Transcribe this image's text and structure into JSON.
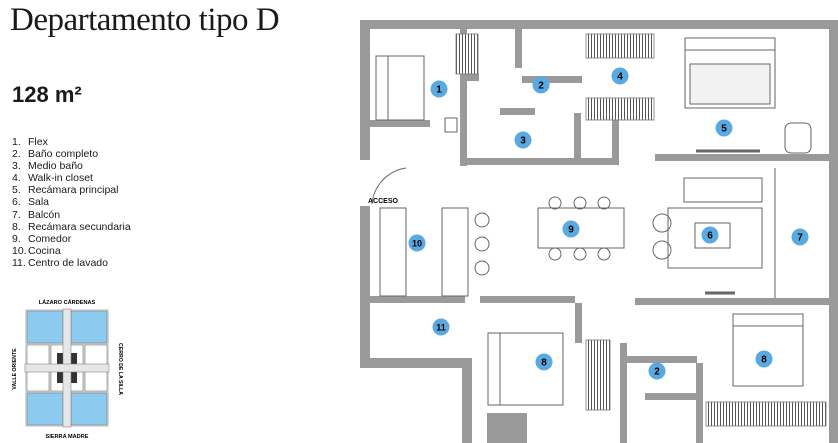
{
  "title": "Departamento tipo D",
  "area": "128 m²",
  "legend": [
    {
      "num": "1.",
      "label": "Flex"
    },
    {
      "num": "2.",
      "label": "Baño completo"
    },
    {
      "num": "3.",
      "label": "Medio baño"
    },
    {
      "num": "4.",
      "label": "Walk-in closet"
    },
    {
      "num": "5.",
      "label": "Recámara principal"
    },
    {
      "num": "6.",
      "label": "Sala"
    },
    {
      "num": "7.",
      "label": "Balcón"
    },
    {
      "num": "8.",
      "label": "Recámara secundaria"
    },
    {
      "num": "9.",
      "label": "Comedor"
    },
    {
      "num": "10.",
      "label": "Cocina"
    },
    {
      "num": "11.",
      "label": "Centro de lavado"
    }
  ],
  "keymap": {
    "north": "LÁZARO CÁRDENAS",
    "south": "SIERRA MADRE",
    "west": "VALLE ORIENTE",
    "east": "CERRO DE LA SILLA"
  },
  "plan": {
    "entrance": "ACCESO",
    "markers": [
      "1",
      "2",
      "3",
      "4",
      "5",
      "6",
      "7",
      "8",
      "9",
      "10",
      "11",
      "8",
      "2"
    ]
  },
  "colors": {
    "wall": "#9a9a9a",
    "marker": "#5aa9e0",
    "highlight": "#8ccbef",
    "text": "#1a1a1a"
  }
}
